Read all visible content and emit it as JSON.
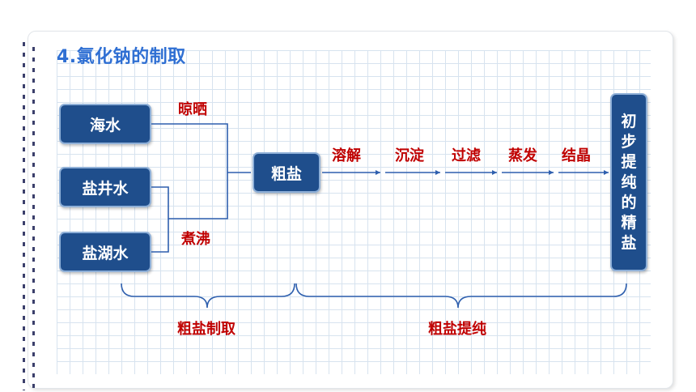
{
  "title": "4.氯化钠的制取",
  "sources": [
    "海水",
    "盐井水",
    "盐湖水"
  ],
  "source_labels": {
    "top": "晾晒",
    "bottom": "煮沸"
  },
  "center": "粗盐",
  "steps": [
    "溶解",
    "沉淀",
    "过滤",
    "蒸发",
    "结晶"
  ],
  "final": [
    "初",
    "步",
    "提",
    "纯",
    "的",
    "精",
    "盐"
  ],
  "braces": {
    "left": "粗盐制取",
    "right": "粗盐提纯"
  },
  "colors": {
    "box": "#1f4e8c",
    "line": "#2e5fae",
    "label": "#c00000",
    "title": "#2f6fd3"
  }
}
